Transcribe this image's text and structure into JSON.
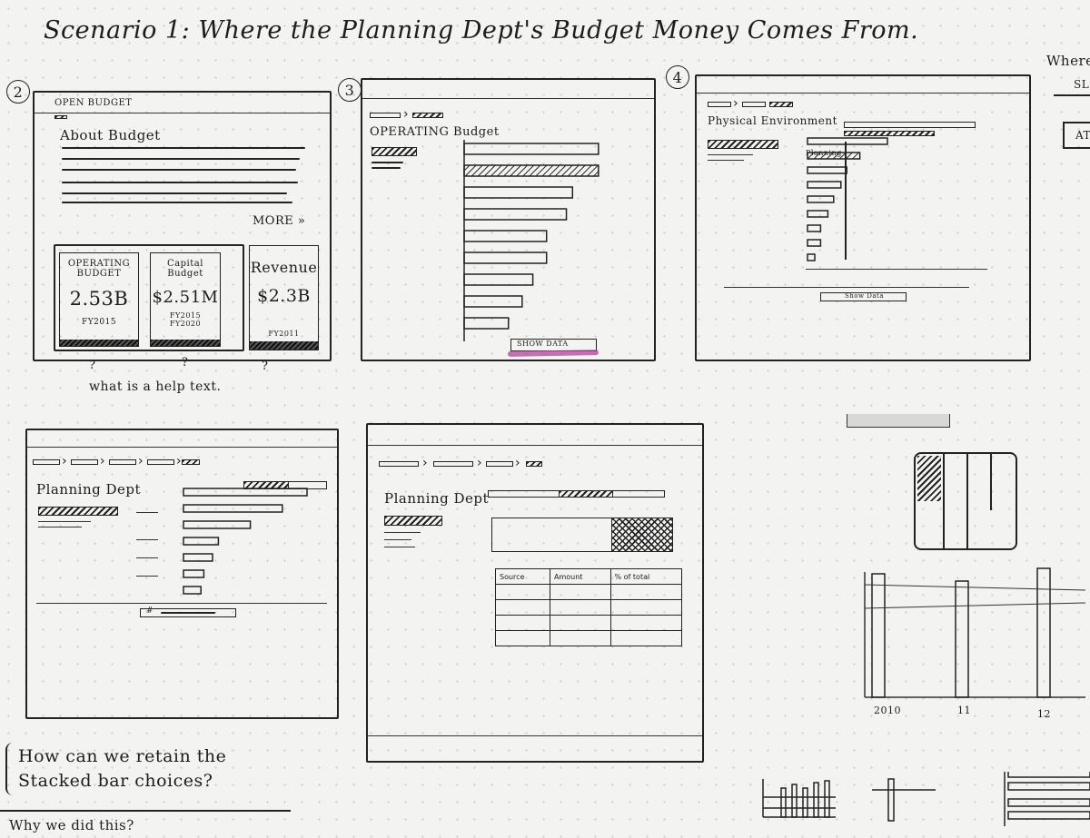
{
  "heading": "Scenario 1: Where the Planning Dept's Budget Money Comes From.",
  "step_numbers": [
    "2",
    "3",
    "4"
  ],
  "sketch2": {
    "header": "OPEN BUDGET",
    "title": "About Budget",
    "more_link": "MORE »",
    "cards": [
      {
        "label": "OPERATING BUDGET",
        "value": "2.53B",
        "year": "FY2015"
      },
      {
        "label": "Capital Budget",
        "value": "$2.51M",
        "year": "FY2015 FY2020"
      },
      {
        "label": "Revenue",
        "value": "$2.3B",
        "year": "FY2011"
      }
    ],
    "card_notes": [
      "?",
      "?",
      "?"
    ],
    "note": "what is a help text."
  },
  "sketch3": {
    "title": "OPERATING Budget",
    "button": "SHOW DATA",
    "bar_fracs": [
      0.88,
      0.88,
      0.71,
      0.67,
      0.54,
      0.54,
      0.45,
      0.38,
      0.29
    ]
  },
  "sketch4": {
    "title": "Physical Environment",
    "row_label": "Planning",
    "button": "Show Data",
    "bar_fracs": [
      0.55,
      0.36,
      0.27,
      0.23,
      0.18,
      0.14,
      0.09,
      0.09,
      0.05
    ]
  },
  "sketch5": {
    "title": "Planning Dept",
    "button": "#"
  },
  "sketch6": {
    "title": "Planning Dept",
    "table_headers": [
      "Source",
      "Amount",
      "% of total"
    ]
  },
  "right_partial": {
    "top_text": "Where",
    "top_text2": "SL",
    "button_fragment": "AT",
    "axis_labels": [
      "2010",
      "11",
      "12"
    ]
  },
  "question": "How can we retain the Stacked bar choices?",
  "bottom_question": "Why we did this?",
  "colors": {
    "ink": "#222222",
    "highlight": "#b0479a",
    "board": "#f3f3f1"
  }
}
